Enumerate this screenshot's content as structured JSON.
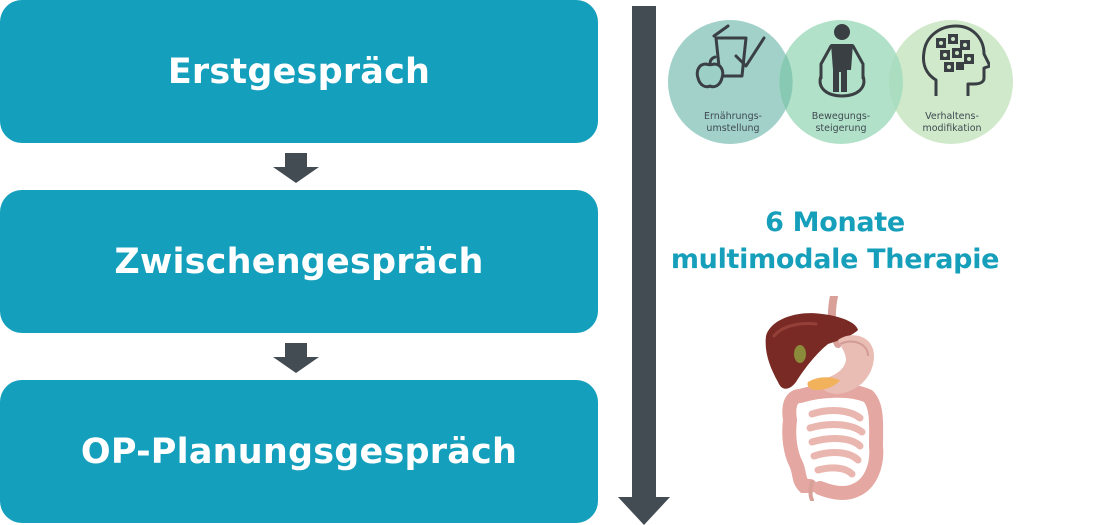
{
  "steps": [
    {
      "label": "Erstgespräch"
    },
    {
      "label": "Zwischengespräch"
    },
    {
      "label": "OP-Planungsgespräch"
    }
  ],
  "modules": [
    {
      "line1": "Ernährungs-",
      "line2": "umstellung",
      "icon": "fruit-scale-icon"
    },
    {
      "line1": "Bewegungs-",
      "line2": "steigerung",
      "icon": "jump-rope-person-icon"
    },
    {
      "line1": "Verhaltens-",
      "line2": "modifikation",
      "icon": "head-puzzle-icon"
    }
  ],
  "therapy": {
    "line1": "6 Monate",
    "line2": "multimodale Therapie"
  },
  "illustration": {
    "icon": "digestive-organs-icon"
  },
  "colors": {
    "step_box": "#149fbc",
    "connector_arrow": "#434c53",
    "timeline_arrow": "#434c53",
    "accent_text": "#159fba",
    "circle_1": "#9ccfc6",
    "circle_2": "#a5dcc0",
    "circle_3": "#cde8c7"
  }
}
